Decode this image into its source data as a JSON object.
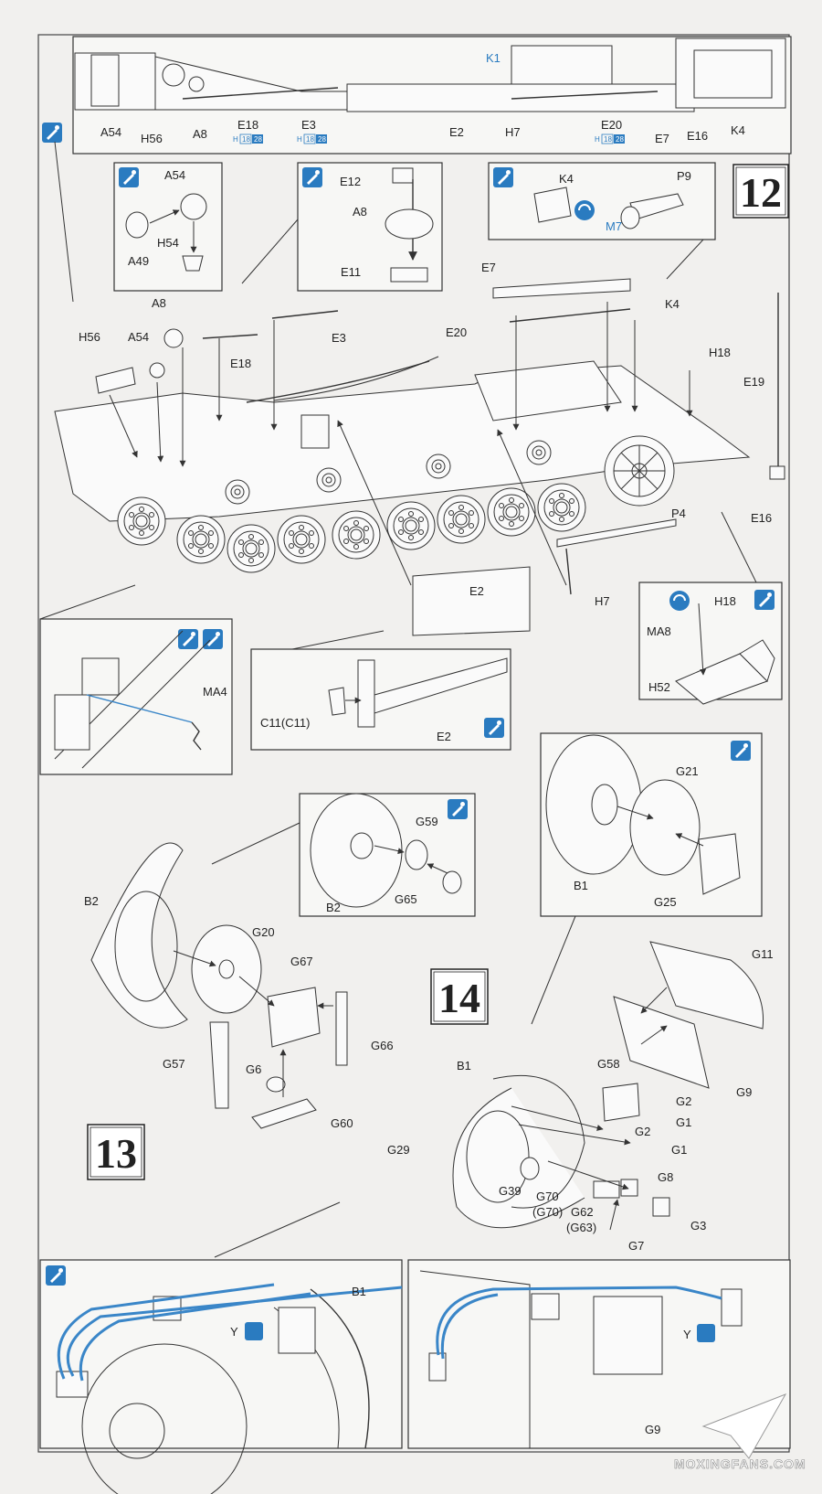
{
  "steps": {
    "s12": "12",
    "s13": "13",
    "s14": "14"
  },
  "top_strip": {
    "parts": [
      "A54",
      "H56",
      "A8",
      "E18",
      "E3",
      "E2",
      "H7",
      "E20",
      "E7",
      "E16",
      "K4"
    ],
    "blue_part": "K1",
    "length_codes": {
      "h": "H",
      "a": "18",
      "b": "28"
    }
  },
  "inset_a54": {
    "parts": [
      "A54",
      "A49",
      "H54"
    ]
  },
  "inset_e12": {
    "parts": [
      "E12",
      "A8",
      "E11"
    ]
  },
  "inset_k4": {
    "parts": [
      "K4",
      "P9"
    ],
    "blue_part": "M7"
  },
  "main_hull": {
    "parts": [
      "A8",
      "A54",
      "H56",
      "E18",
      "E3",
      "E7",
      "E20",
      "K4",
      "H18",
      "E19",
      "E16",
      "P4",
      "E2",
      "H7"
    ]
  },
  "inset_ma4": {
    "parts": [
      "MA4"
    ]
  },
  "inset_e2": {
    "parts": [
      "C11(C11)",
      "E2"
    ]
  },
  "inset_h18": {
    "parts": [
      "MA8",
      "H18",
      "H52"
    ]
  },
  "inset_g59": {
    "parts": [
      "G59",
      "B2",
      "G65"
    ]
  },
  "inset_g21": {
    "parts": [
      "G21",
      "B1",
      "G25"
    ]
  },
  "step13": {
    "parts": [
      "B2",
      "G20",
      "G67",
      "G66",
      "G57",
      "G6",
      "G60"
    ]
  },
  "step14": {
    "parts": [
      "G11",
      "B1",
      "G58",
      "G2",
      "G1",
      "G9",
      "G2",
      "G1",
      "G29",
      "G8",
      "G39",
      "G70",
      "(G70)",
      "G62",
      "(G63)",
      "G3",
      "G7"
    ]
  },
  "bottom_left": {
    "parts": [
      "B1",
      "Y"
    ]
  },
  "bottom_right": {
    "parts": [
      "Y",
      "G9"
    ]
  },
  "watermark": "MOXINGFANS.COM",
  "colors": {
    "accent_blue": "#3a86c8",
    "line": "#333333",
    "paper": "#f1f0ee"
  }
}
